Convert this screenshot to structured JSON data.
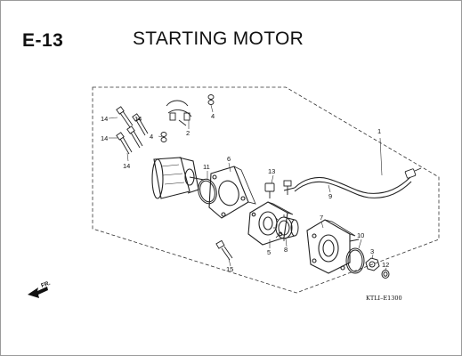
{
  "header": {
    "section_code": "E-13",
    "title": "STARTING MOTOR"
  },
  "callouts": {
    "c1": "1",
    "c2": "2",
    "c3": "3",
    "c4a": "4",
    "c4b": "4",
    "c5": "5",
    "c6": "6",
    "c7": "7",
    "c8": "8",
    "c9": "9",
    "c10": "10",
    "c11": "11",
    "c12": "12",
    "c13": "13",
    "c14a": "14",
    "c14b": "14",
    "c14c": "14",
    "c14d": "14",
    "c15": "15"
  },
  "direction_label": "FR.",
  "reference_code": "KTLI–E1300"
}
